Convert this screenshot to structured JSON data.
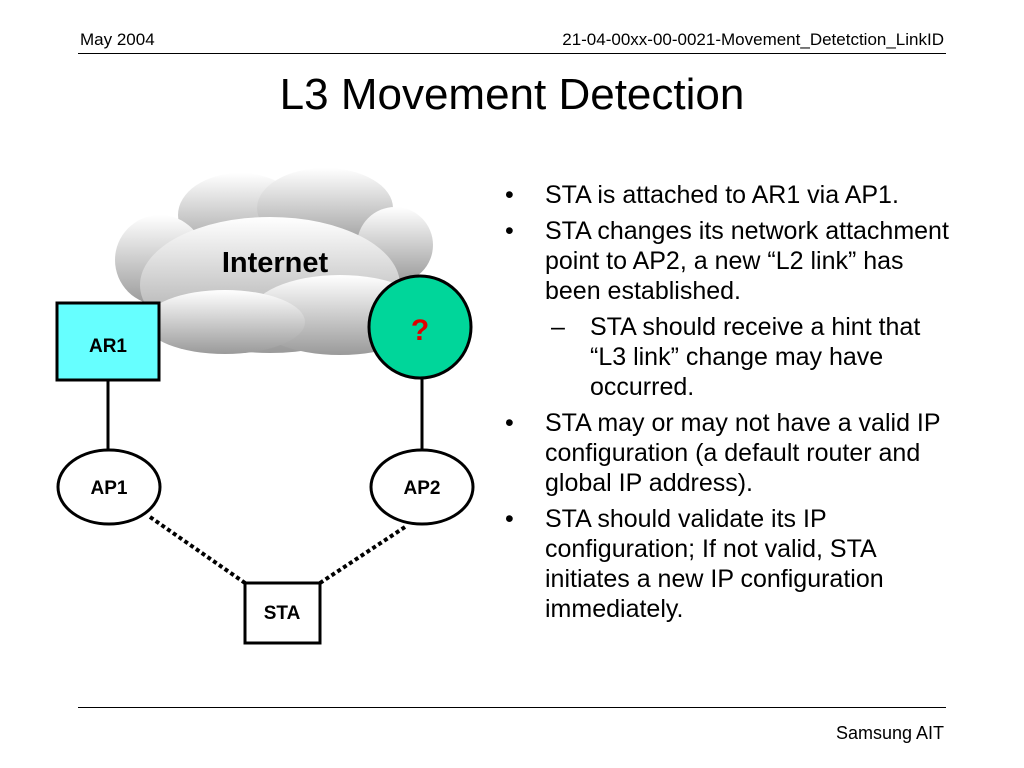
{
  "header": {
    "date": "May 2004",
    "doc_id": "21-04-00xx-00-0021-Movement_Detetction_LinkID"
  },
  "title": "L3 Movement Detection",
  "footer": "Samsung AIT",
  "diagram": {
    "cloud_label": "Internet",
    "ar1_label": "AR1",
    "unknown_router_label": "?",
    "ap1_label": "AP1",
    "ap2_label": "AP2",
    "sta_label": "STA",
    "colors": {
      "ar1_fill": "#66ffff",
      "unknown_fill": "#00d69a",
      "question_mark": "#e00000"
    }
  },
  "bullets": [
    {
      "level": 1,
      "marker": "•",
      "text": "STA is attached to AR1 via AP1."
    },
    {
      "level": 1,
      "marker": "•",
      "text": "STA changes its network attachment point to AP2, a new “L2 link” has been established."
    },
    {
      "level": 2,
      "marker": "–",
      "text": "STA should receive a hint that “L3 link” change may have occurred."
    },
    {
      "level": 1,
      "marker": "•",
      "text": "STA may or may not have a valid IP configuration (a default router  and global IP address)."
    },
    {
      "level": 1,
      "marker": "•",
      "text": "STA should validate its IP configuration; If not valid, STA initiates a new IP  configuration immediately."
    }
  ]
}
